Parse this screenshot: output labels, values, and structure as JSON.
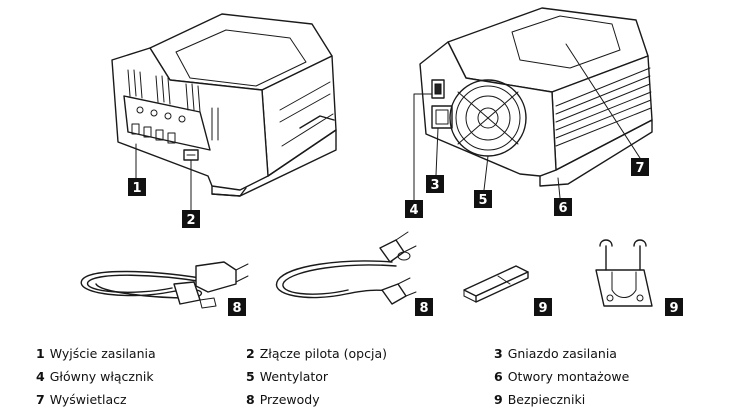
{
  "callouts": [
    {
      "num": "1"
    },
    {
      "num": "2"
    },
    {
      "num": "3"
    },
    {
      "num": "4"
    },
    {
      "num": "5"
    },
    {
      "num": "6"
    },
    {
      "num": "7"
    },
    {
      "num": "8"
    },
    {
      "num": "8"
    },
    {
      "num": "9"
    },
    {
      "num": "9"
    }
  ],
  "legend": [
    {
      "num": "1",
      "label": "Wyjście zasilania"
    },
    {
      "num": "2",
      "label": "Złącze pilota (opcja)"
    },
    {
      "num": "3",
      "label": "Gniazdo zasilania"
    },
    {
      "num": "4",
      "label": "Główny włącznik"
    },
    {
      "num": "5",
      "label": "Wentylator"
    },
    {
      "num": "6",
      "label": "Otwory montażowe"
    },
    {
      "num": "7",
      "label": "Wyświetlacz"
    },
    {
      "num": "8",
      "label": "Przewody"
    },
    {
      "num": "9",
      "label": "Bezpieczniki"
    }
  ]
}
